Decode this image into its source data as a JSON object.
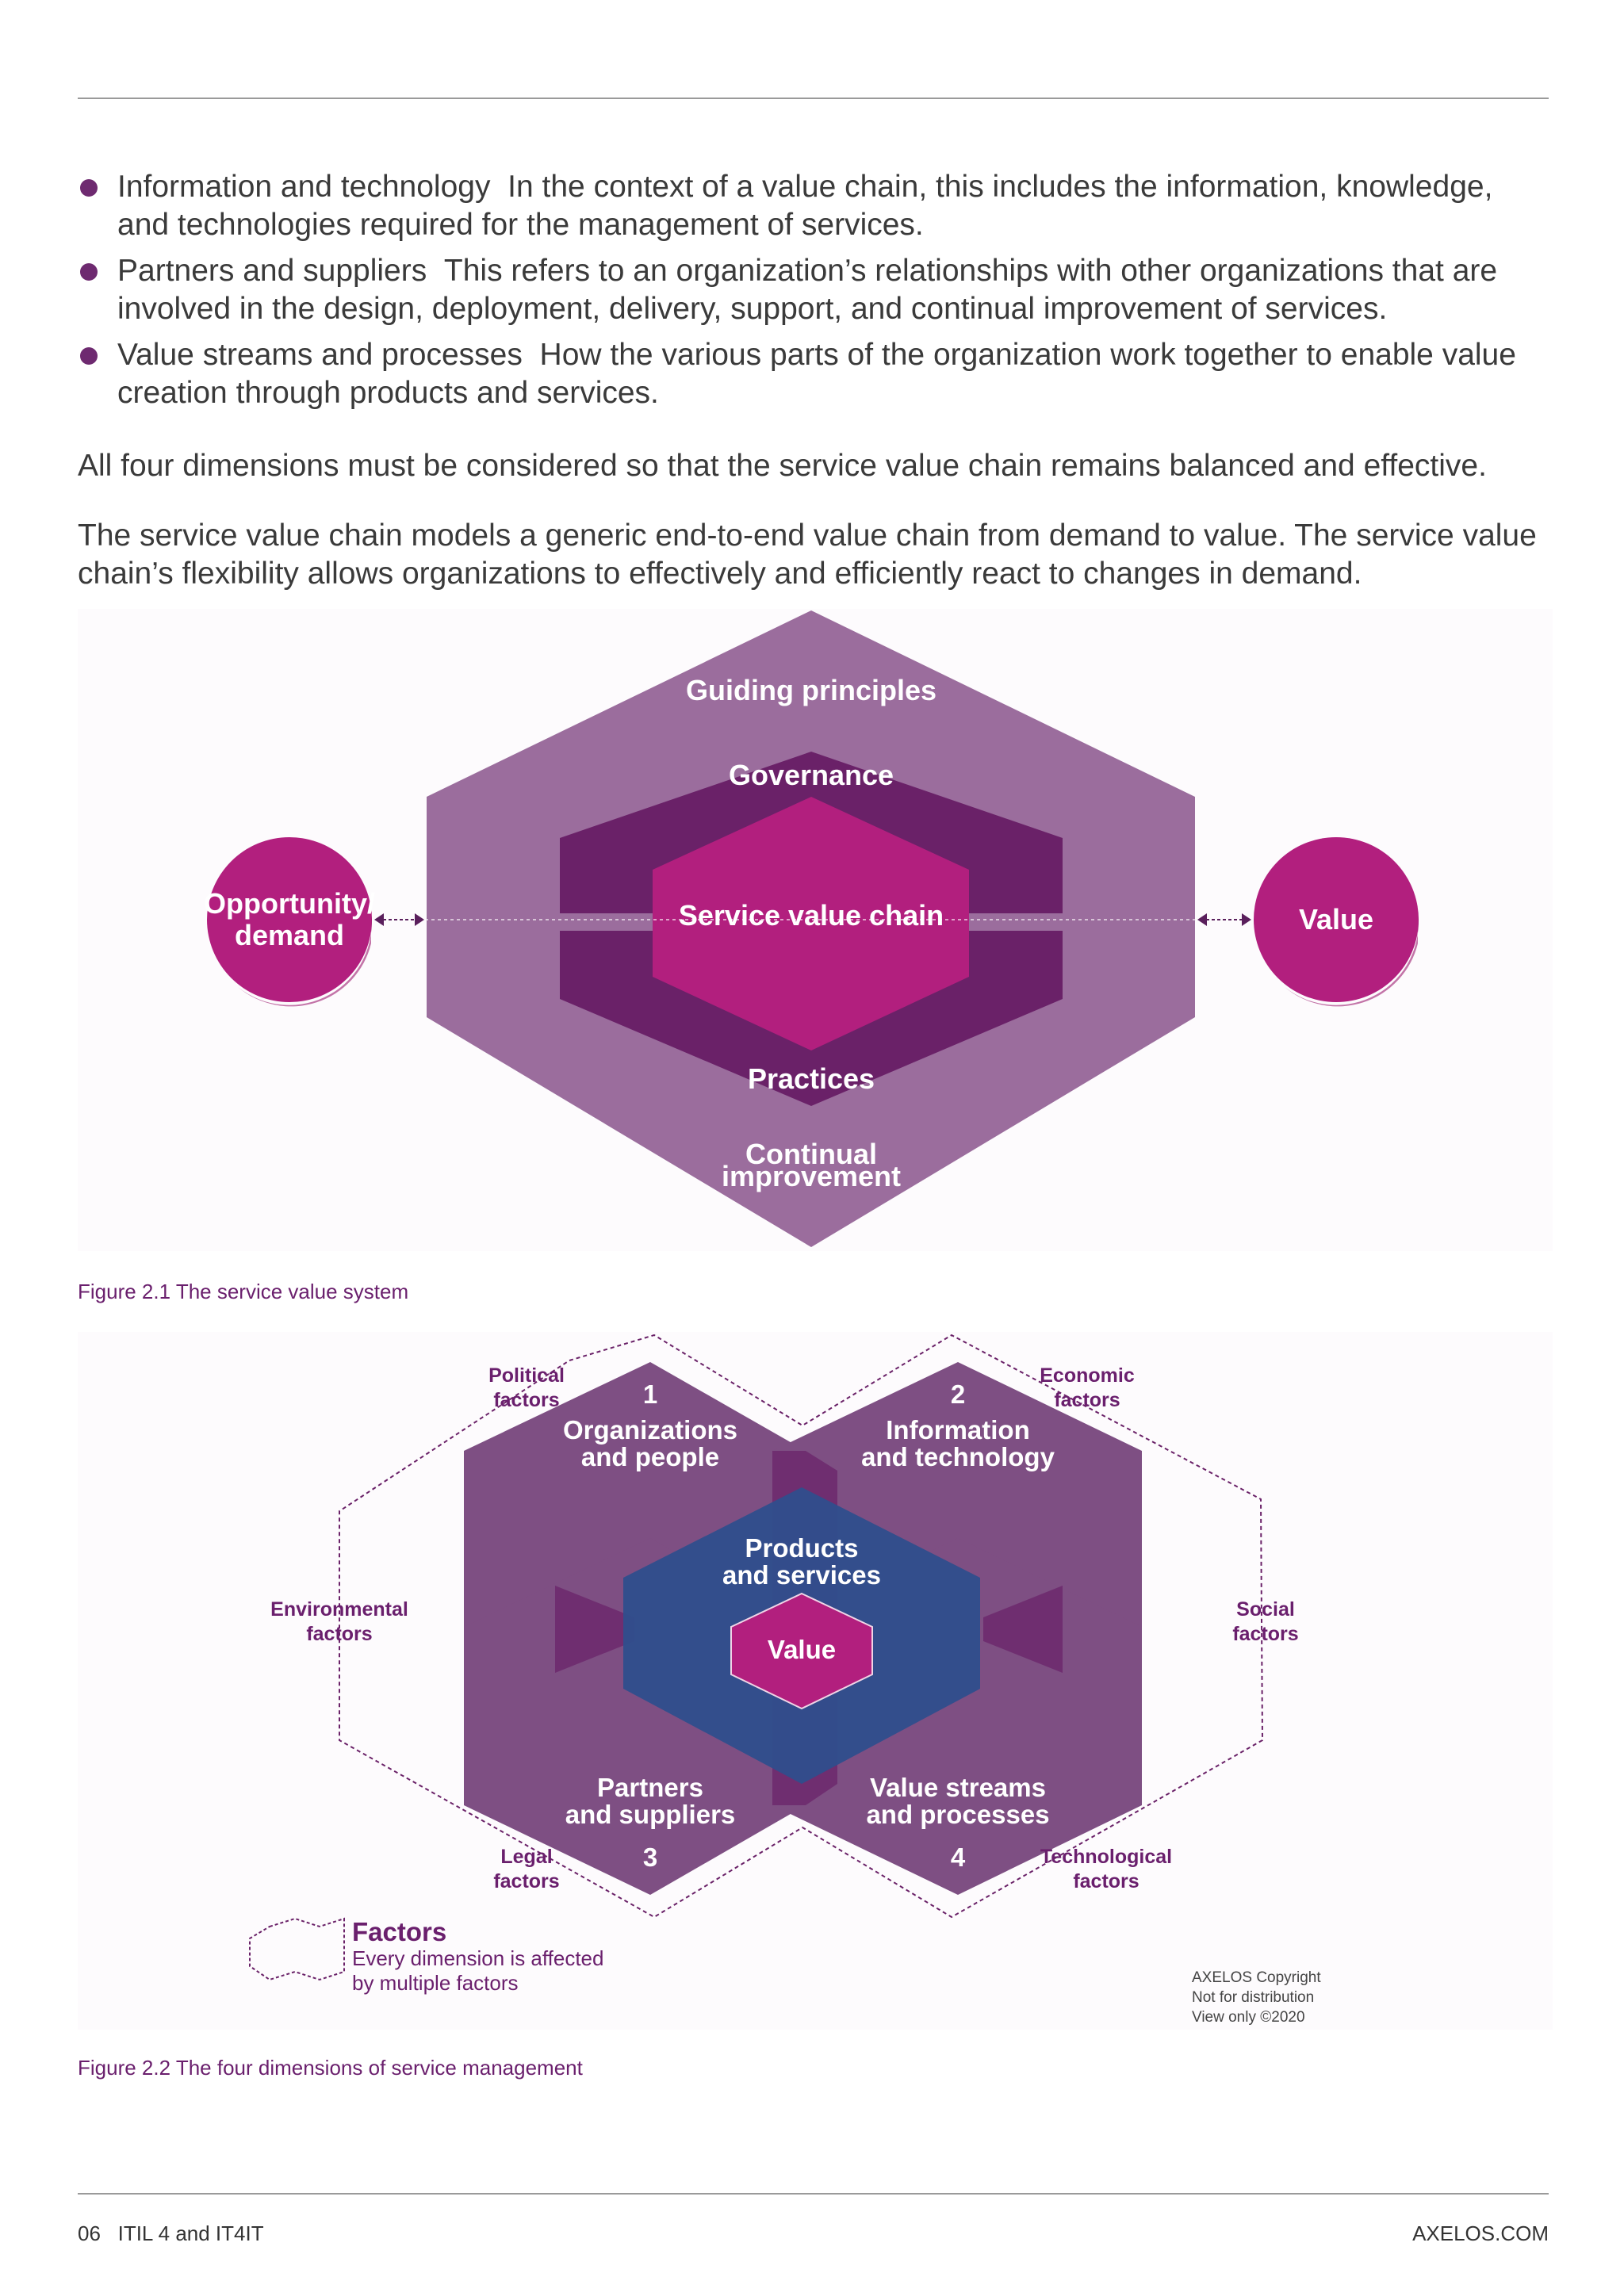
{
  "bullets": [
    {
      "term": "Information and technology",
      "text": "In the context of a value chain, this includes the information, knowledge, and technologies required for the management of services."
    },
    {
      "term": "Partners and suppliers",
      "text": "This refers to an organization’s relationships with other organizations that are involved in the design, deployment, delivery, support, and continual improvement of services."
    },
    {
      "term": "Value streams and processes",
      "text": "How the various parts of the organization work together to enable value creation through products and services."
    }
  ],
  "paragraph1": "All four dimensions must be considered so that the service value chain remains balanced and effective.",
  "paragraph2": "The service value chain models a generic end-to-end value chain from demand to value. The service value chain’s flexibility allows organizations to effectively and efficiently react to changes in demand.",
  "figure1": {
    "guiding": "Guiding principles",
    "governance": "Governance",
    "svc": "Service value chain",
    "practices": "Practices",
    "continual_1": "Continual",
    "continual_2": "improvement",
    "opportunity_1": "Opportunity/",
    "opportunity_2": "demand",
    "value": "Value",
    "caption": "Figure 2.1  The service value system"
  },
  "figure2": {
    "dim1_num": "1",
    "dim1_a": "Organizations",
    "dim1_b": "and people",
    "dim2_num": "2",
    "dim2_a": "Information",
    "dim2_b": "and technology",
    "dim3_num": "3",
    "dim3_a": "Partners",
    "dim3_b": "and suppliers",
    "dim4_num": "4",
    "dim4_a": "Value streams",
    "dim4_b": "and processes",
    "products_a": "Products",
    "products_b": "and services",
    "value": "Value",
    "political_a": "Political",
    "political_b": "factors",
    "economic_a": "Economic",
    "economic_b": "factors",
    "environmental_a": "Environmental",
    "environmental_b": "factors",
    "social_a": "Social",
    "social_b": "factors",
    "legal_a": "Legal",
    "legal_b": "factors",
    "technological_a": "Technological",
    "technological_b": "factors",
    "legend_title": "Factors",
    "legend_line1": "Every dimension is affected",
    "legend_line2": "by multiple factors",
    "copyright_1": "AXELOS Copyright",
    "copyright_2": "Not for distribution",
    "copyright_3": "View only ©2020",
    "caption": "Figure 2.2  The four dimensions of service management"
  },
  "footer": {
    "left": "06   ITIL 4 and IT4IT",
    "right": "AXELOS.COM"
  },
  "colors": {
    "outer": "#9b6d9d",
    "inner": "#6a2168",
    "magenta": "#b21f7e",
    "blue": "#2f4e8c",
    "dim": "#7e4f83",
    "caption": "#6a1f6d"
  }
}
